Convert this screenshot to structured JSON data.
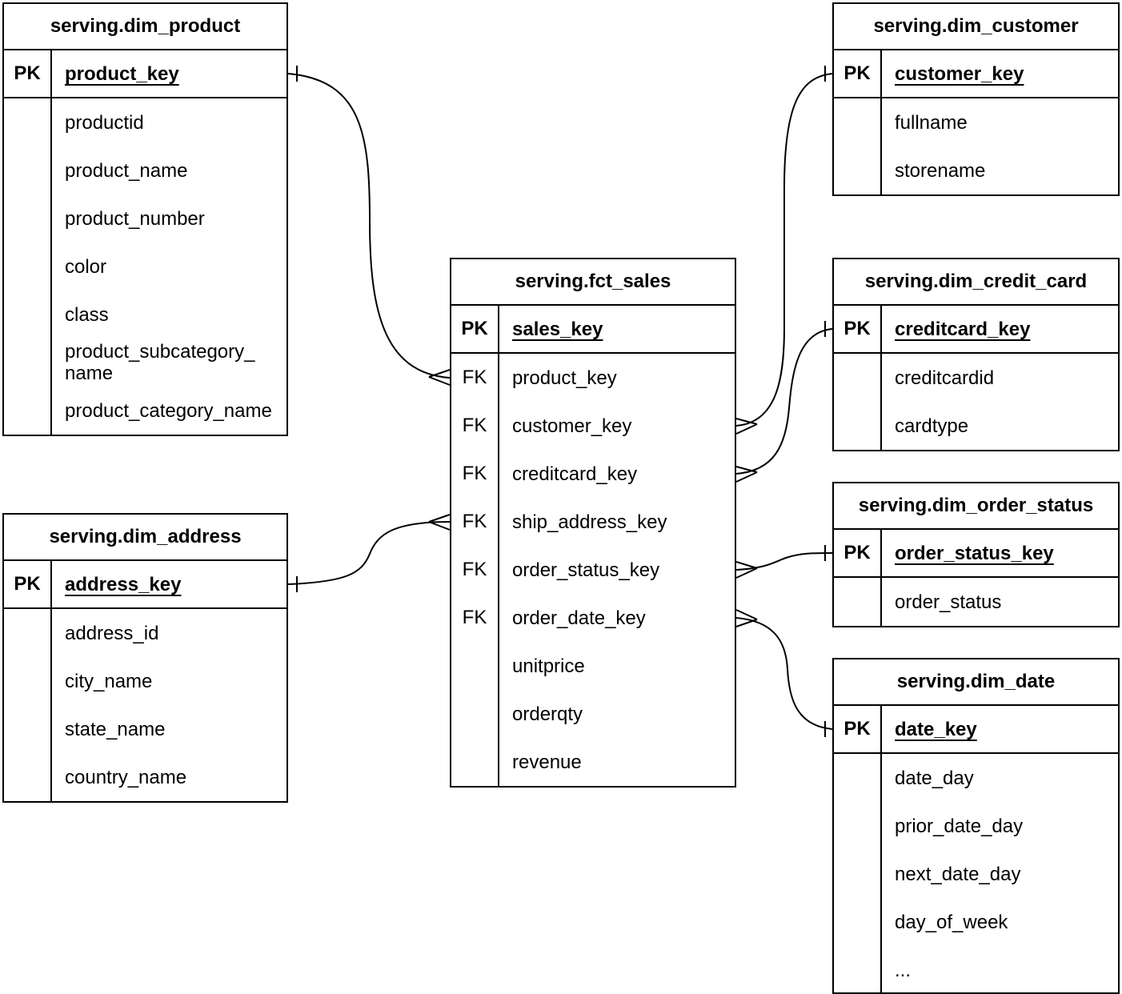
{
  "tables": {
    "dim_product": {
      "title": "serving.dim_product",
      "pk_label": "PK",
      "pk_field": "product_key",
      "fields": [
        "productid",
        "product_name",
        "product_number",
        "color",
        "class",
        "product_subcategory_\nname",
        "product_category_name"
      ]
    },
    "dim_customer": {
      "title": "serving.dim_customer",
      "pk_label": "PK",
      "pk_field": "customer_key",
      "fields": [
        "fullname",
        "storename"
      ]
    },
    "fct_sales": {
      "title": "serving.fct_sales",
      "pk_label": "PK",
      "pk_field": "sales_key",
      "fk_label": "FK",
      "fk_fields": [
        "product_key",
        "customer_key",
        "creditcard_key",
        "ship_address_key",
        "order_status_key",
        "order_date_key"
      ],
      "measure_fields": [
        "unitprice",
        "orderqty",
        "revenue"
      ]
    },
    "dim_credit_card": {
      "title": "serving.dim_credit_card",
      "pk_label": "PK",
      "pk_field": "creditcard_key",
      "fields": [
        "creditcardid",
        "cardtype"
      ]
    },
    "dim_order_status": {
      "title": "serving.dim_order_status",
      "pk_label": "PK",
      "pk_field": "order_status_key",
      "fields": [
        "order_status"
      ]
    },
    "dim_date": {
      "title": "serving.dim_date",
      "pk_label": "PK",
      "pk_field": "date_key",
      "fields": [
        "date_day",
        "prior_date_day",
        "next_date_day",
        "day_of_week",
        "..."
      ]
    },
    "dim_address": {
      "title": "serving.dim_address",
      "pk_label": "PK",
      "pk_field": "address_key",
      "fields": [
        "address_id",
        "city_name",
        "state_name",
        "country_name"
      ]
    }
  },
  "relationships": [
    {
      "many_table": "serving.fct_sales",
      "many_field": "product_key",
      "one_table": "serving.dim_product",
      "one_field": "product_key",
      "many_cardinality": "many",
      "one_cardinality": "one"
    },
    {
      "many_table": "serving.fct_sales",
      "many_field": "customer_key",
      "one_table": "serving.dim_customer",
      "one_field": "customer_key",
      "many_cardinality": "many",
      "one_cardinality": "one"
    },
    {
      "many_table": "serving.fct_sales",
      "many_field": "creditcard_key",
      "one_table": "serving.dim_credit_card",
      "one_field": "creditcard_key",
      "many_cardinality": "many",
      "one_cardinality": "one"
    },
    {
      "many_table": "serving.fct_sales",
      "many_field": "ship_address_key",
      "one_table": "serving.dim_address",
      "one_field": "address_key",
      "many_cardinality": "many",
      "one_cardinality": "one"
    },
    {
      "many_table": "serving.fct_sales",
      "many_field": "order_status_key",
      "one_table": "serving.dim_order_status",
      "one_field": "order_status_key",
      "many_cardinality": "many",
      "one_cardinality": "one"
    },
    {
      "many_table": "serving.fct_sales",
      "many_field": "order_date_key",
      "one_table": "serving.dim_date",
      "one_field": "date_key",
      "many_cardinality": "many",
      "one_cardinality": "one"
    }
  ],
  "colors": {
    "line": "#000000",
    "text": "#000000",
    "background": "#ffffff"
  }
}
